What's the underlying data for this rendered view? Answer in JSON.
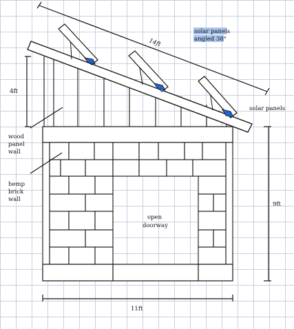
{
  "labels": {
    "roof_length": "14ft",
    "panel_note_1": "solar panels",
    "panel_note_2": "angled 38°",
    "solar_panels": "solar panels",
    "height_upper": "4ft",
    "height_total": "9ft",
    "width": "11ft",
    "wood_1": "wood",
    "wood_2": "panel",
    "wood_3": "wall",
    "hemp_1": "hemp",
    "hemp_2": "brick",
    "hemp_3": "wall",
    "door_1": "open",
    "door_2": "doorway"
  },
  "colors": {
    "line": "#111111",
    "panel_bracket": "#1f63d6",
    "highlight": "#a8c4ee",
    "grid": "#c9cfe0"
  }
}
